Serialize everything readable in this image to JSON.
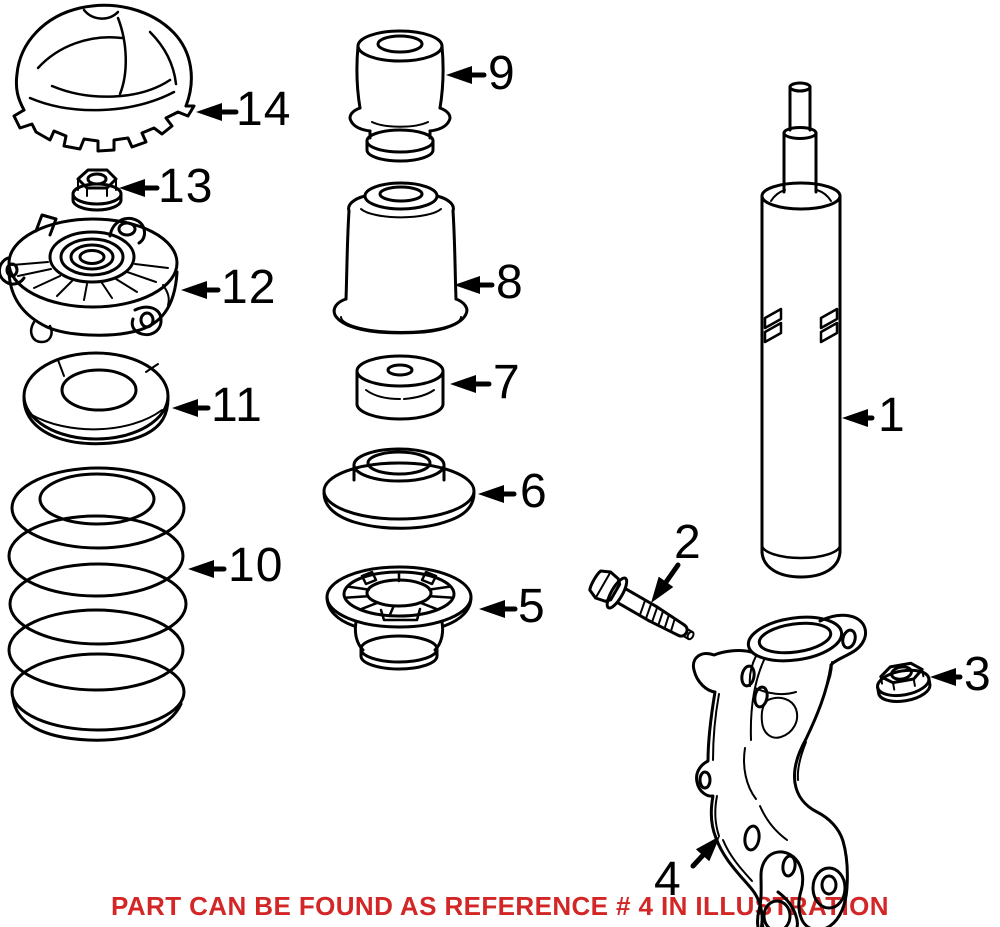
{
  "figure": {
    "type": "exploded-parts-illustration",
    "subject": "front-strut-and-spring-assembly",
    "background": "#ffffff",
    "line_color": "#000000"
  },
  "notice": {
    "text": "PART CAN BE FOUND AS REFERENCE # 4 IN ILLUSTRATION",
    "color": "#d32626"
  },
  "callouts": [
    {
      "ref": "1",
      "part": "strut-shock-absorber"
    },
    {
      "ref": "2",
      "part": "pinch-bolt"
    },
    {
      "ref": "3",
      "part": "flange-nut"
    },
    {
      "ref": "4",
      "part": "steering-knuckle"
    },
    {
      "ref": "5",
      "part": "lower-spring-plate"
    },
    {
      "ref": "6",
      "part": "upper-spring-seat"
    },
    {
      "ref": "7",
      "part": "spacer-bushing"
    },
    {
      "ref": "8",
      "part": "dust-boot"
    },
    {
      "ref": "9",
      "part": "bump-stop"
    },
    {
      "ref": "10",
      "part": "coil-spring"
    },
    {
      "ref": "11",
      "part": "spring-insulator-ring"
    },
    {
      "ref": "12",
      "part": "strut-mount"
    },
    {
      "ref": "13",
      "part": "strut-mount-nut"
    },
    {
      "ref": "14",
      "part": "strut-mount-cap"
    }
  ]
}
